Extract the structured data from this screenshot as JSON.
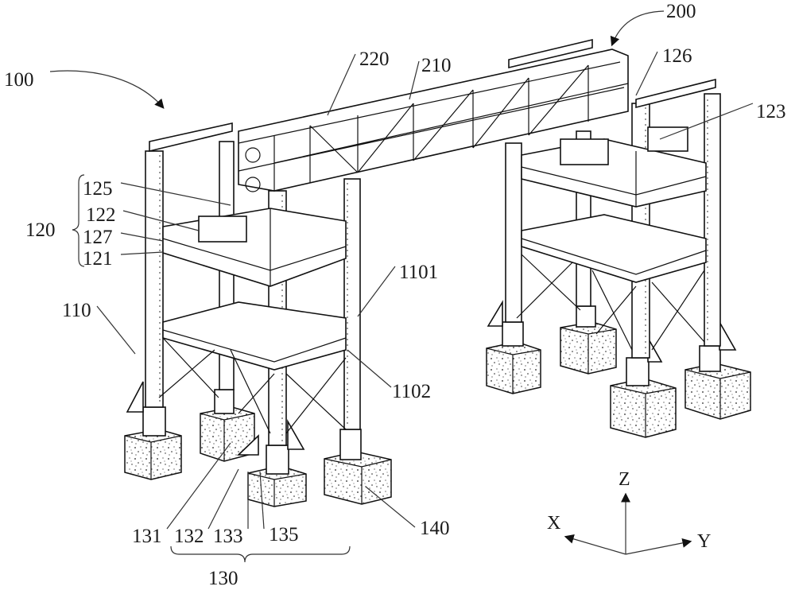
{
  "figure": {
    "type": "patent-drawing",
    "subject": "gantry support structure with two towers and connecting truss bridge"
  },
  "labels": {
    "l100": "100",
    "l200": "200",
    "l220": "220",
    "l210": "210",
    "l126": "126",
    "l123": "123",
    "l125": "125",
    "l122": "122",
    "l127": "127",
    "l121": "121",
    "l120": "120",
    "l110": "110",
    "l1101": "1101",
    "l1102": "1102",
    "l131": "131",
    "l132": "132",
    "l133": "133",
    "l135": "135",
    "l130": "130",
    "l140": "140"
  },
  "label_groups": {
    "120": [
      "125",
      "122",
      "127",
      "121"
    ],
    "130": [
      "131",
      "132",
      "133",
      "135"
    ]
  },
  "axes": {
    "x": "X",
    "y": "Y",
    "z": "Z"
  }
}
